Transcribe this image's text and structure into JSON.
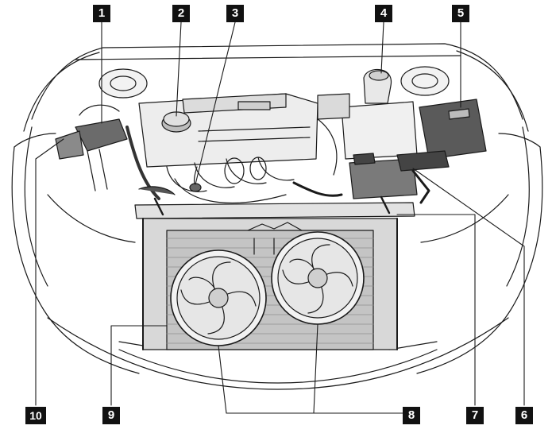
{
  "callouts": {
    "c1": "1",
    "c2": "2",
    "c3": "3",
    "c4": "4",
    "c5": "5",
    "c6": "6",
    "c7": "7",
    "c8": "8",
    "c9": "9",
    "c10": "10"
  },
  "colors": {
    "line": "#1a1a1a",
    "fill_light": "#e6e6e6",
    "fill_mid": "#c8c8c8",
    "fill_dark": "#555555",
    "callout_bg": "#111111"
  }
}
